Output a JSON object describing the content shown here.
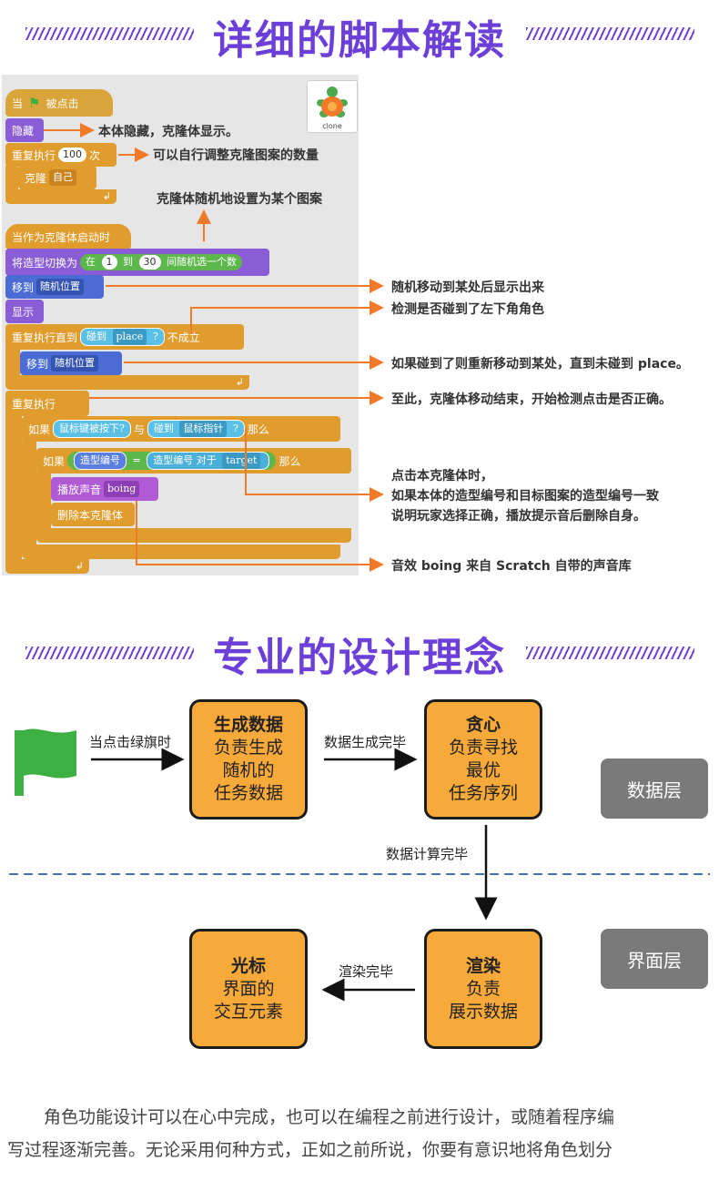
{
  "section1": {
    "title": "详细的脚本解读"
  },
  "scratch": {
    "when_flag": [
      "当",
      "被点击"
    ],
    "hide": "隐藏",
    "repeat": [
      "重复执行",
      "100",
      "次"
    ],
    "create_clone": [
      "克隆",
      "自己"
    ],
    "clone_start": "当作为克隆体启动时",
    "switch_costume": [
      "将造型切换为",
      "在",
      "1",
      "到",
      "30",
      "间随机选一个数"
    ],
    "goto_random": [
      "移到",
      "随机位置"
    ],
    "show": "显示",
    "repeat_until": [
      "重复执行直到",
      "碰到",
      "place",
      "?",
      "不成立"
    ],
    "goto_random2": [
      "移到",
      "随机位置"
    ],
    "forever": "重复执行",
    "if1": [
      "如果",
      "鼠标键被按下?",
      "与",
      "碰到",
      "鼠标指针",
      "?",
      "那么"
    ],
    "if2": [
      "如果",
      "造型编号",
      "=",
      "造型编号",
      "对于",
      "target",
      "那么"
    ],
    "play_sound": [
      "播放声音",
      "boing"
    ],
    "delete_clone": "删除本克隆体",
    "clone_label": "clone"
  },
  "annotations": [
    "本体隐藏，克隆体显示。",
    "可以自行调整克隆图案的数量",
    "克隆体随机地设置为某个图案",
    "随机移动到某处后显示出来",
    "检测是否碰到了左下角角色",
    "如果碰到了则重新移动到某处，直到未碰到 place。",
    "至此，克隆体移动结束，开始检测点击是否正确。",
    "点击本克隆体时，",
    "如果本体的造型编号和目标图案的造型编号一致",
    "说明玩家选择正确，播放提示音后删除自身。",
    "音效 boing 来自 Scratch 自带的声音库"
  ],
  "section2": {
    "title": "专业的设计理念"
  },
  "flow": {
    "start_label": "当点击绿旗时",
    "box1": {
      "head": "生成数据",
      "lines": [
        "负责生成",
        "随机的",
        "任务数据"
      ]
    },
    "arrow1": "数据生成完毕",
    "box2": {
      "head": "贪心",
      "lines": [
        "负责寻找",
        "最优",
        "任务序列"
      ]
    },
    "arrow_down": "数据计算完毕",
    "box3": {
      "head": "渲染",
      "lines": [
        "负责",
        "展示数据"
      ]
    },
    "arrow2": "渲染完毕",
    "box4": {
      "head": "光标",
      "lines": [
        "界面的",
        "交互元素"
      ]
    },
    "layer1": "数据层",
    "layer2": "界面层"
  },
  "paragraph": [
    "角色功能设计可以在心中完成，也可以在编程之前进行设计，或随着程序编",
    "写过程逐渐完善。无论采用何种方式，正如之前所说，你要有意识地将角色划分"
  ],
  "colors": {
    "accent": "#6b3fd8",
    "annotation_line": "#f07a2a",
    "box_fill": "#f7a93a",
    "dashed": "#4a6fa8"
  }
}
